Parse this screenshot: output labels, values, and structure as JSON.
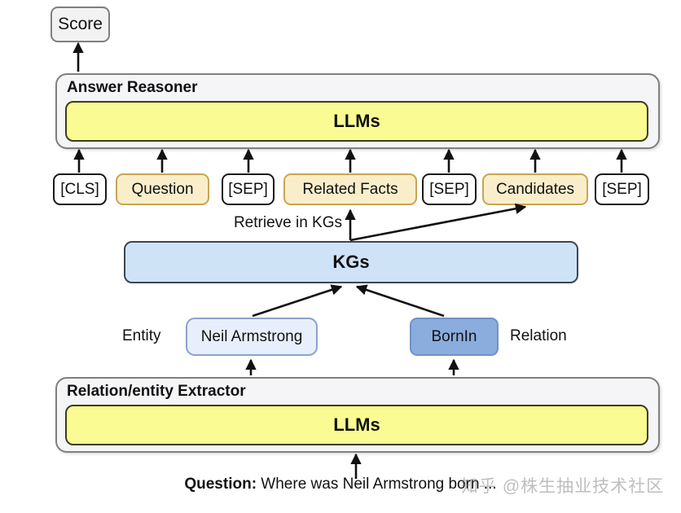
{
  "diagram": {
    "score_label": "Score",
    "answer_reasoner": {
      "title": "Answer Reasoner",
      "llms_label": "LLMs"
    },
    "tokens": [
      {
        "label": "[CLS]",
        "style": "plain"
      },
      {
        "label": "Question",
        "style": "cream"
      },
      {
        "label": "[SEP]",
        "style": "plain"
      },
      {
        "label": "Related Facts",
        "style": "cream"
      },
      {
        "label": "[SEP]",
        "style": "plain"
      },
      {
        "label": "Candidates",
        "style": "cream"
      },
      {
        "label": "[SEP]",
        "style": "plain"
      }
    ],
    "retrieve_label": "Retrieve in KGs",
    "kgs_label": "KGs",
    "entity_label": "Entity",
    "entity_value": "Neil Armstrong",
    "relation_value": "BornIn",
    "relation_label": "Relation",
    "extractor": {
      "title": "Relation/entity Extractor",
      "llms_label": "LLMs"
    },
    "question": {
      "prefix": "Question:",
      "text": " Where was Neil Armstrong born ..."
    },
    "watermark": "知乎 @株生抽业技术社区",
    "colors": {
      "llm_yellow": "#FBFB93",
      "token_cream": "#FAEECA",
      "kg_blue": "#CFE3F7",
      "entity_light_blue": "#E7EFFC",
      "relation_blue": "#8AADDE",
      "panel_gray": "#F5F5F7",
      "arrow_black": "#111111"
    }
  }
}
